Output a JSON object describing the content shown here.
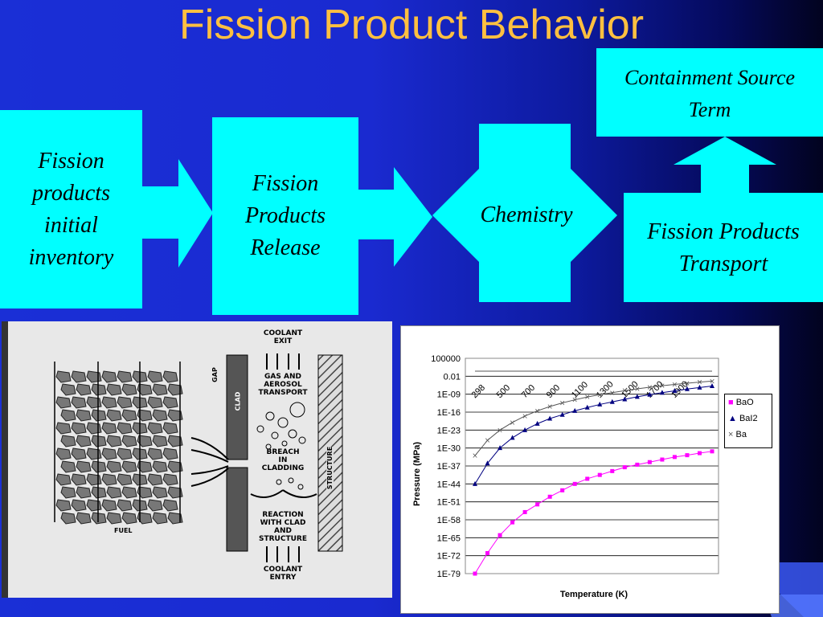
{
  "slide": {
    "title": "Fission Product Behavior",
    "colors": {
      "background": "#1a2fd6",
      "title": "#ffc040",
      "boxes": "#00ffff"
    }
  },
  "flow": {
    "inventory_label": "Fission\nproducts\ninitial\ninventory",
    "release_label": "Fission\nProducts\nRelease",
    "chemistry_label": "Chemistry",
    "transport_label": "Fission Products\nTransport",
    "containment_label": "Containment Source\nTerm"
  },
  "schematic": {
    "coolant_exit": "COOLANT\nEXIT",
    "gas_transport": "GAS AND\nAEROSOL\nTRANSPORT",
    "breach": "BREACH\nIN\nCLADDING",
    "reaction": "REACTION\nWITH CLAD\nAND\nSTRUCTURE",
    "coolant_entry": "COOLANT\nENTRY",
    "gap": "GAP",
    "clad": "CLAD",
    "structure": "STRUCTURE",
    "fuel": "FUEL"
  },
  "chart_data": {
    "type": "line",
    "title": "",
    "xlabel": "Temperature (K)",
    "ylabel": "Pressure (MPa)",
    "y_tick_labels": [
      "100000",
      "0.01",
      "1E-09",
      "1E-16",
      "1E-23",
      "1E-30",
      "1E-37",
      "1E-44",
      "1E-51",
      "1E-58",
      "1E-65",
      "1E-72",
      "1E-79"
    ],
    "x_labels": [
      "298",
      "500",
      "700",
      "900",
      "1100",
      "1300",
      "1500",
      "1700",
      "1900"
    ],
    "ylim_exponent": [
      -79,
      5
    ],
    "scale": "log",
    "legend_position": "right",
    "series": [
      {
        "name": "BaO",
        "color": "#ff00ff",
        "marker": "square",
        "log10_values": [
          -79,
          -71,
          -64,
          -59,
          -55,
          -52,
          -49,
          -46.5,
          -44,
          -42,
          -40.5,
          -39,
          -37.5,
          -36.5,
          -35.5,
          -34.5,
          -33.5,
          -32.8,
          -32,
          -31.3
        ]
      },
      {
        "name": "BaI2",
        "color": "#000080",
        "marker": "triangle",
        "log10_values": [
          -44,
          -36,
          -30,
          -26,
          -23,
          -20.5,
          -18.5,
          -17,
          -15.5,
          -14.2,
          -13,
          -12,
          -11,
          -10,
          -9.2,
          -8.4,
          -7.7,
          -7,
          -6.4,
          -5.8
        ]
      },
      {
        "name": "Ba",
        "color": "#555555",
        "marker": "x",
        "log10_values": [
          -33,
          -27,
          -23,
          -20,
          -17.5,
          -15.5,
          -13.8,
          -12.4,
          -11.2,
          -10.1,
          -9.2,
          -8.4,
          -7.6,
          -6.9,
          -6.3,
          -5.7,
          -5.2,
          -4.7,
          -4.3,
          -3.9
        ]
      }
    ]
  }
}
